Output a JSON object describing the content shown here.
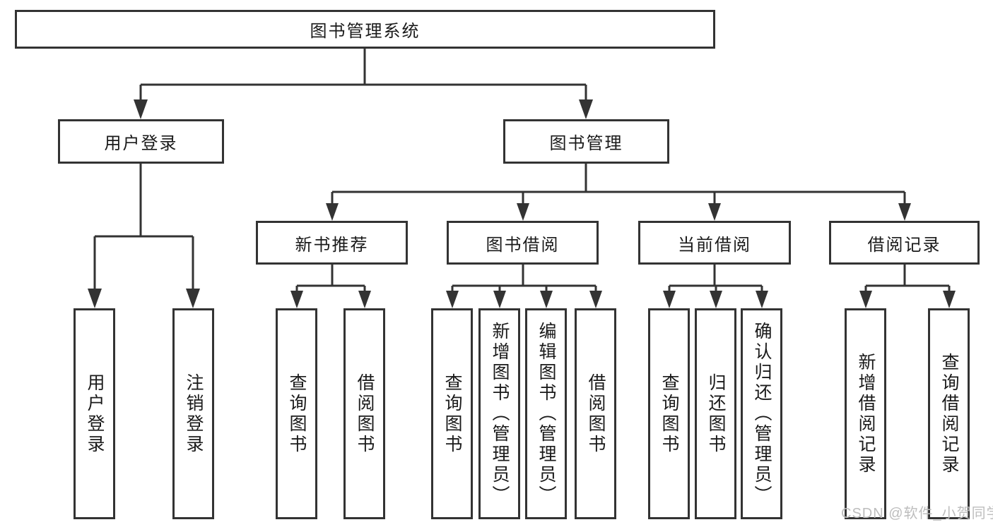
{
  "colors": {
    "line": "#333333",
    "text": "#1a1a1a",
    "watermark": "#bdbdbd",
    "background": "#ffffff"
  },
  "diagram": {
    "root": {
      "label": "图书管理系统"
    },
    "level2": [
      {
        "label": "用户登录"
      },
      {
        "label": "图书管理"
      }
    ],
    "level3": [
      {
        "label": "新书推荐"
      },
      {
        "label": "图书借阅"
      },
      {
        "label": "当前借阅"
      },
      {
        "label": "借阅记录"
      }
    ],
    "leaves": {
      "user_login": [
        "用户登录",
        "注销登录"
      ],
      "new_books": [
        "查询图书",
        "借阅图书"
      ],
      "book_borrow": [
        "查询图书",
        "新增图书（管理员）",
        "编辑图书（管理员）",
        "借阅图书"
      ],
      "current_borrow": [
        "查询图书",
        "归还图书",
        "确认归还（管理员）"
      ],
      "borrow_records": [
        "新增借阅记录",
        "查询借阅记录"
      ]
    }
  },
  "watermark": {
    "text": "CSDN @软件_小贺同学"
  }
}
